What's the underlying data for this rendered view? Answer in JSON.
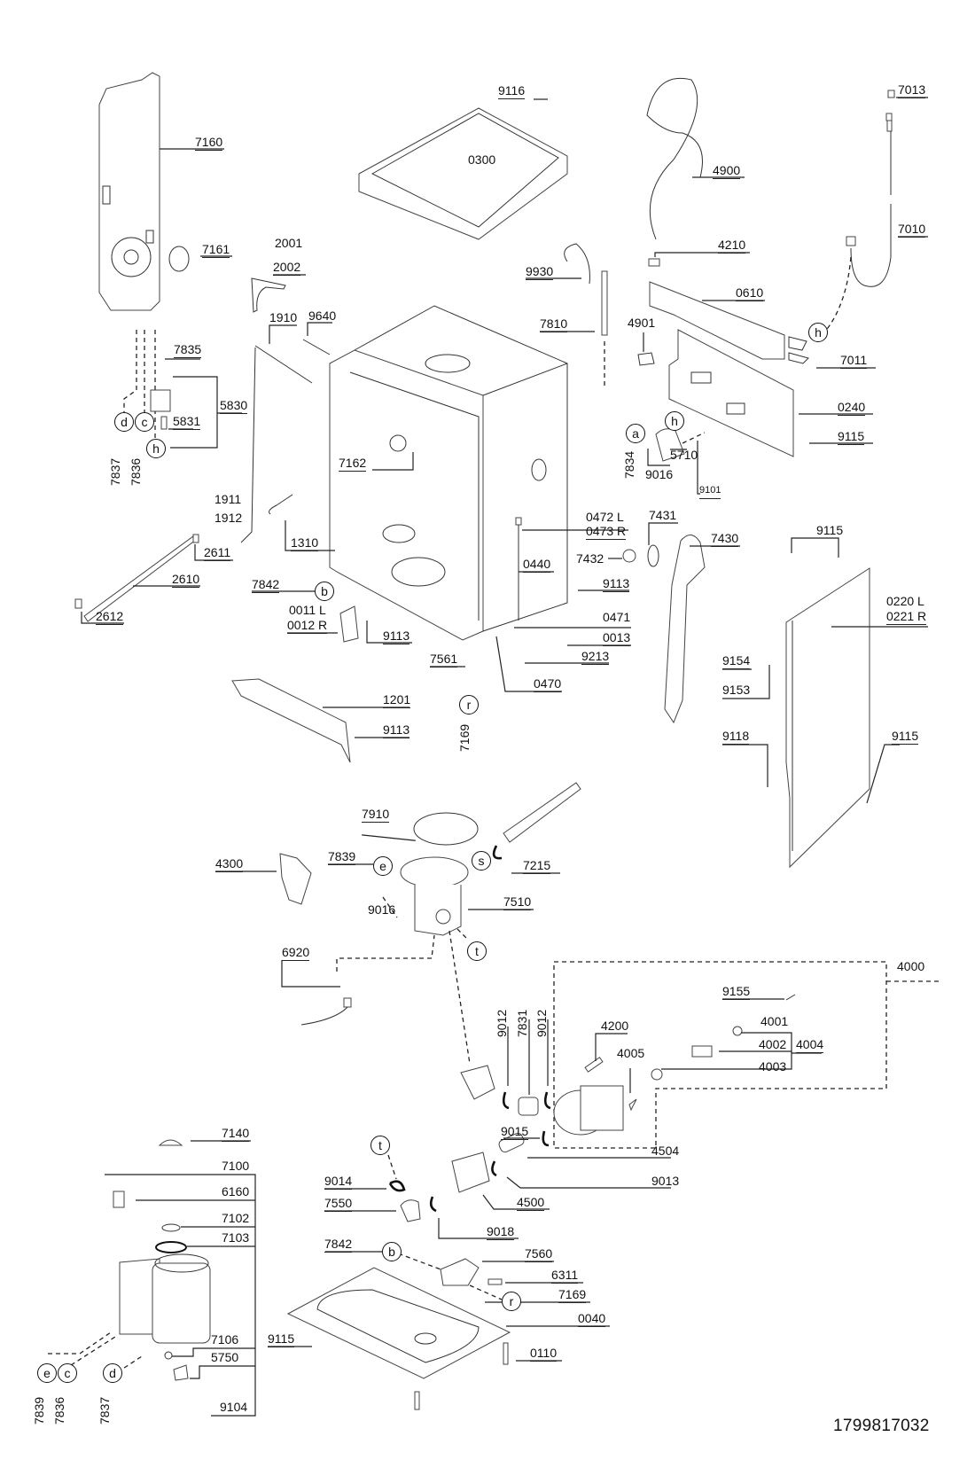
{
  "document": {
    "type": "exploded parts diagram",
    "document_number": "1799817032"
  },
  "parts": {
    "p7160": "7160",
    "p7161": "7161",
    "p2001": "2001",
    "p2002": "2002",
    "p1910": "1910",
    "p9640": "9640",
    "p7835": "7835",
    "p5830": "5830",
    "p5831": "5831",
    "p7837": "7837",
    "p7836": "7836",
    "p9116": "9116",
    "p0300": "0300",
    "p4900": "4900",
    "p4210": "4210",
    "p0610": "0610",
    "p9930": "9930",
    "p7810": "7810",
    "p4901": "4901",
    "p7013": "7013",
    "p7010": "7010",
    "p7011": "7011",
    "p0240": "0240",
    "p9115a": "9115",
    "p7834": "7834",
    "p9016a": "9016",
    "p5710": "5710",
    "p9101": "9101",
    "p7162": "7162",
    "p1911": "1911",
    "p1912": "1912",
    "p1310": "1310",
    "p2611": "2611",
    "p2610": "2610",
    "p2612": "2612",
    "p7842a": "7842",
    "p0011": "0011 L",
    "p0012": "0012 R",
    "p9113a": "9113",
    "p7561": "7561",
    "p1201": "1201",
    "p9113b": "9113",
    "p7169a": "7169",
    "p0472": "0472 L",
    "p0473": "0473 R",
    "p0440": "0440",
    "p7432": "7432",
    "p7431": "7431",
    "p7430": "7430",
    "p9113c": "9113",
    "p0471": "0471",
    "p0013": "0013",
    "p9213": "9213",
    "p0470": "0470",
    "p9115b": "9115",
    "p0220": "0220 L",
    "p0221": "0221 R",
    "p9154": "9154",
    "p9153": "9153",
    "p9118": "9118",
    "p9115c": "9115",
    "p7910": "7910",
    "p4300": "4300",
    "p7839a": "7839",
    "p7215": "7215",
    "p7510": "7510",
    "p9016b": "9016",
    "p6920": "6920",
    "p4000": "4000",
    "p9155": "9155",
    "p4001": "4001",
    "p4002": "4002",
    "p4003": "4003",
    "p4004": "4004",
    "p4200": "4200",
    "p4005": "4005",
    "p9012a": "9012",
    "p7831": "7831",
    "p9012b": "9012",
    "p9015": "9015",
    "p4504": "4504",
    "p9013": "9013",
    "p4500": "4500",
    "p9018": "9018",
    "p9014": "9014",
    "p7550": "7550",
    "p7842b": "7842",
    "p7560": "7560",
    "p6311": "6311",
    "p7169b": "7169",
    "p0040": "0040",
    "p9115d": "9115",
    "p0110": "0110",
    "p7140": "7140",
    "p7100": "7100",
    "p6160": "6160",
    "p7102": "7102",
    "p7103": "7103",
    "p7106": "7106",
    "p5750": "5750",
    "p9104": "9104",
    "p7839b": "7839",
    "p7836b": "7836",
    "p7837b": "7837"
  },
  "connectors": {
    "a": "a",
    "b": "b",
    "c": "c",
    "d": "d",
    "e": "e",
    "h": "h",
    "r": "r",
    "s": "s",
    "t": "t"
  }
}
